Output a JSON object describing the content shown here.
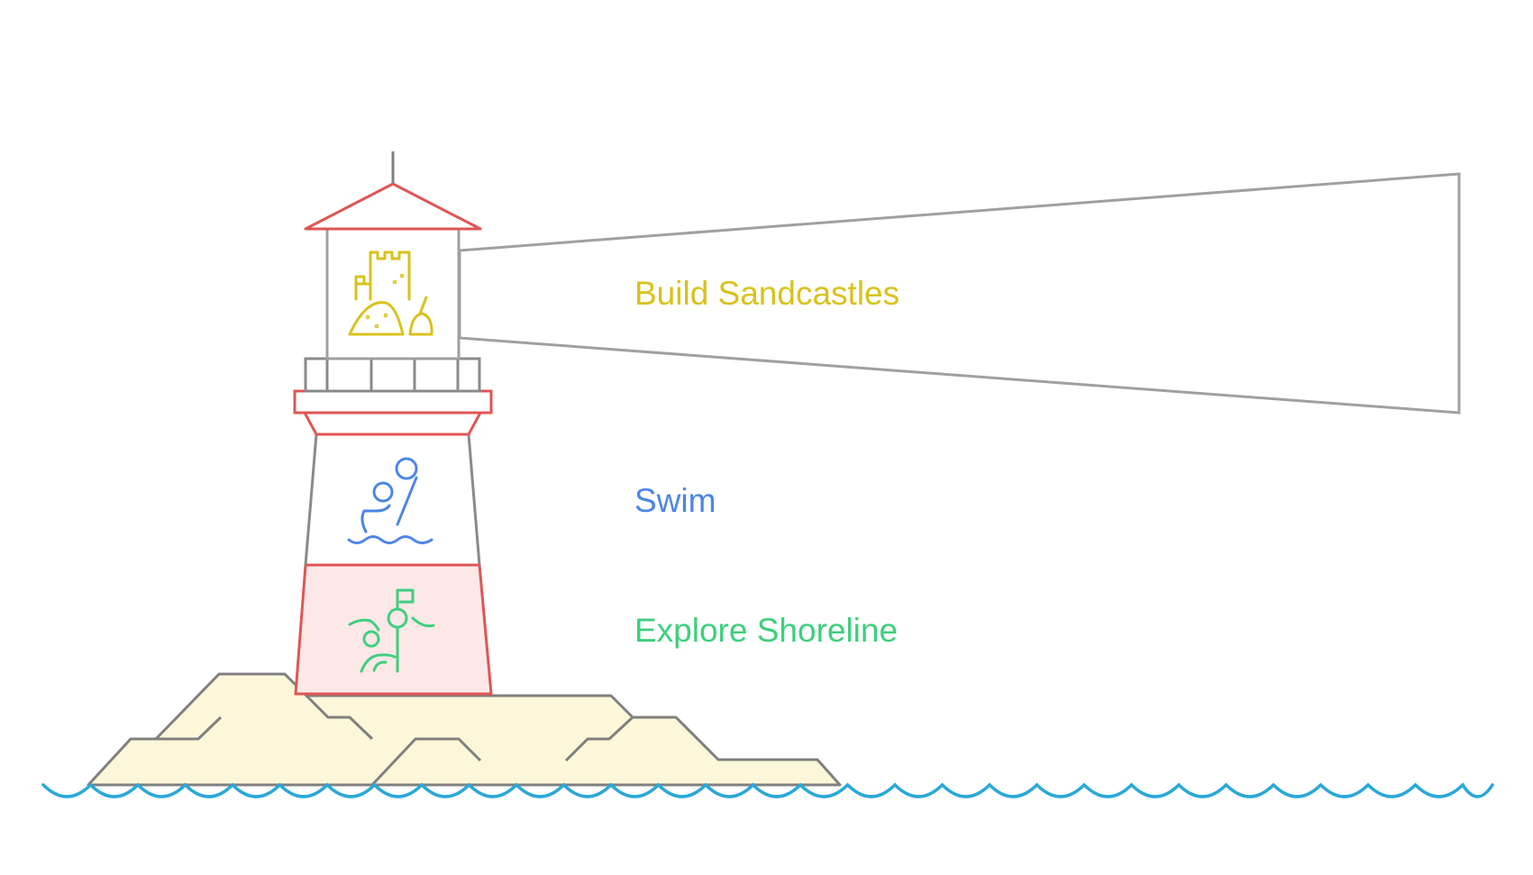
{
  "items": [
    {
      "label": "Build Sandcastles",
      "color": "#d8c21c",
      "icon": "sandcastle-icon"
    },
    {
      "label": "Swim",
      "color": "#4d85e6",
      "icon": "swimmer-icon"
    },
    {
      "label": "Explore Shoreline",
      "color": "#3fcf7d",
      "icon": "shoreline-explorer-icon"
    }
  ],
  "colors": {
    "outline": "#8a8a8a",
    "beam": "#a0a0a0",
    "roof": "#e05555",
    "band_fill": "#fde8e8",
    "rock_fill": "#fcf7d8",
    "water": "#2aa8d8"
  }
}
